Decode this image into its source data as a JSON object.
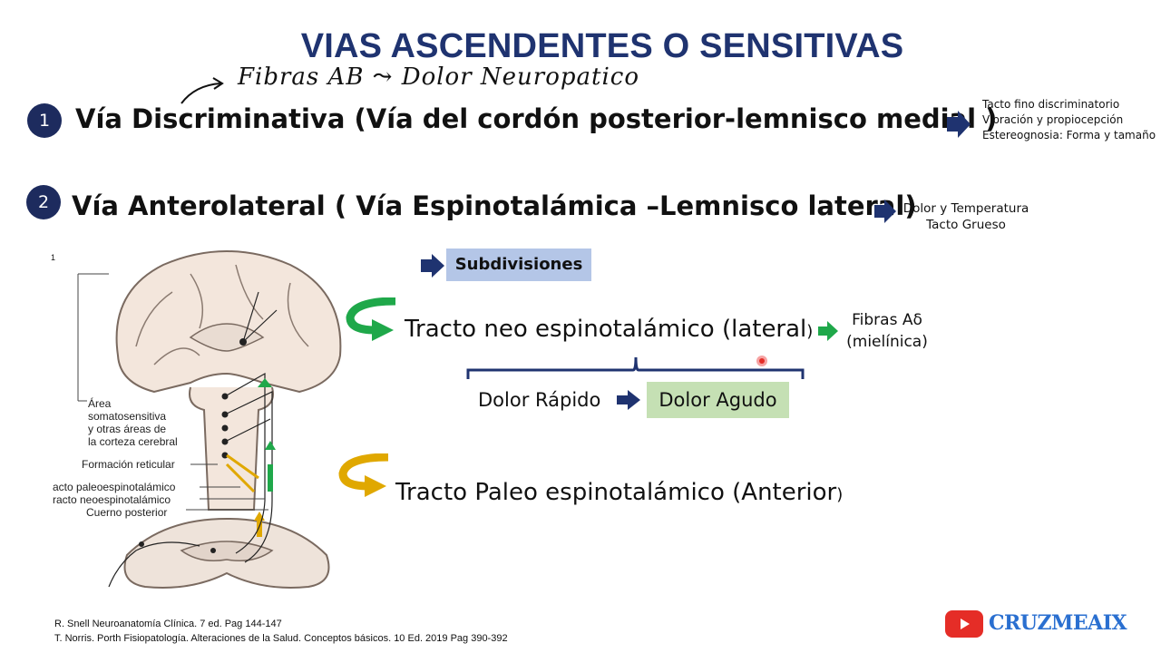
{
  "slide": {
    "title": "VIAS ASCENDENTES O SENSITIVAS",
    "handwritten_note": "Fibras AB ⤳ Dolor Neuropatico",
    "via1": {
      "number": "1",
      "label": "Vía Discriminativa (Vía del cordón posterior-lemnisco medial )",
      "details": [
        "Tacto fino discriminatorio",
        "Vibración y propiocepción",
        "Estereognosia: Forma y tamaño"
      ]
    },
    "via2": {
      "number": "2",
      "label": "Vía Anterolateral ( Vía Espinotalámica –Lemnisco lateral)",
      "details": [
        "Dolor y Temperatura",
        "Tacto Grueso"
      ]
    },
    "subdivisiones": "Subdivisiones",
    "tracto_neo": {
      "label": "Tracto neo espinotalámico (lateral",
      "paren": ")"
    },
    "fibras": [
      "Fibras Aδ",
      "(mielínica)"
    ],
    "dolor_rapido": "Dolor Rápido",
    "dolor_agudo": "Dolor Agudo",
    "tracto_paleo": {
      "label": "Tracto Paleo espinotalámico (Anterior",
      "paren": ")"
    },
    "figure": {
      "corner_mark": "1",
      "labels": [
        "Área",
        "somatosensitiva",
        "y otras áreas de",
        "la corteza cerebral",
        "Formación reticular",
        "acto paleoespinotalámico",
        "racto neoespinotalámico",
        "Cuerno posterior"
      ]
    },
    "references": [
      "R. Snell Neuroanatomía Clínica. 7 ed. Pag 144-147",
      "T. Norris. Porth Fisiopatología. Alteraciones de la Salud. Conceptos básicos. 10 Ed. 2019 Pag 390-392"
    ],
    "logo_text": "CRUZMEAIX"
  },
  "colors": {
    "title": "#1f3370",
    "number_circle": "#1d2b5e",
    "arrow_navy": "#1f3370",
    "subdiv_bg": "#b4c6e7",
    "agudo_bg": "#c5e0b4",
    "green": "#1fa84a",
    "gold": "#e0a800",
    "youtube_red": "#e52d27",
    "logo_blue": "#2a6fd0"
  }
}
